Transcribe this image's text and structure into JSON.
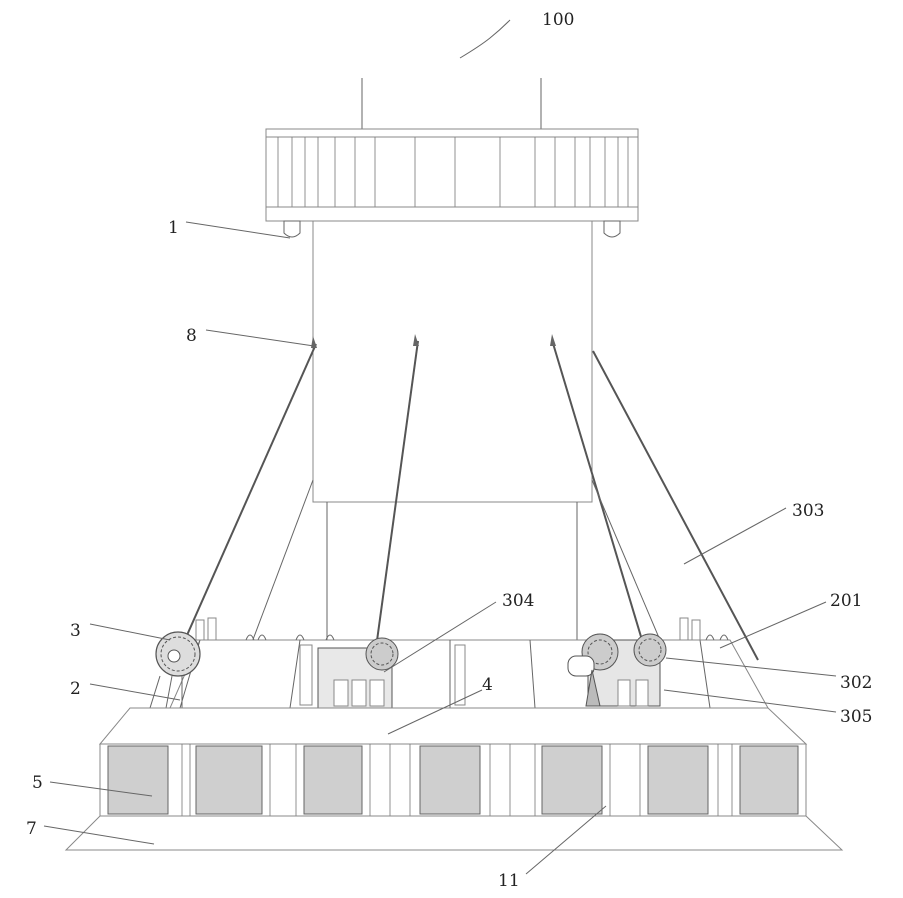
{
  "figure": {
    "labels": {
      "l100": "100",
      "l1": "1",
      "l8": "8",
      "l303": "303",
      "l304": "304",
      "l201": "201",
      "l3": "3",
      "l302": "302",
      "l2": "2",
      "l4": "4",
      "l305": "305",
      "l5": "5",
      "l7": "7",
      "l11": "11"
    }
  }
}
